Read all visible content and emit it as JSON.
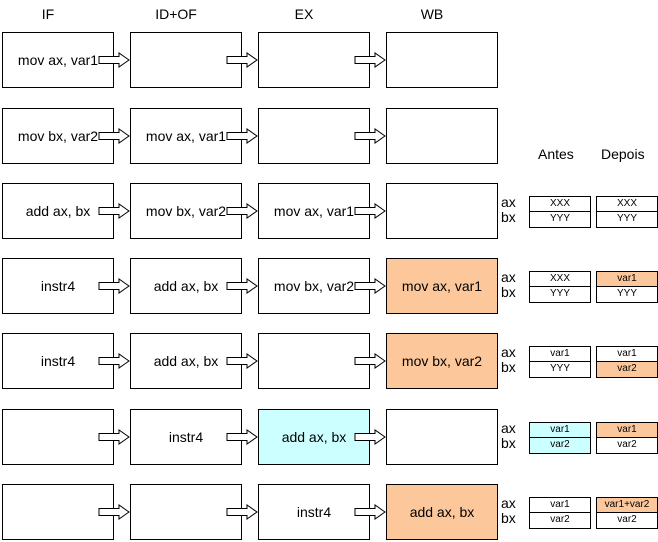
{
  "colors": {
    "orange": "#fcc89b",
    "cyan": "#ccffff"
  },
  "stages": [
    "IF",
    "ID+OF",
    "EX",
    "WB"
  ],
  "register_headers": {
    "before": "Antes",
    "after": "Depois"
  },
  "reg_names": {
    "ax": "ax",
    "bx": "bx"
  },
  "rows": [
    {
      "cells": [
        {
          "text": "mov ax, var1",
          "fill": ""
        },
        {
          "text": "",
          "fill": ""
        },
        {
          "text": "",
          "fill": ""
        },
        {
          "text": "",
          "fill": ""
        }
      ]
    },
    {
      "cells": [
        {
          "text": "mov bx, var2",
          "fill": ""
        },
        {
          "text": "mov ax, var1",
          "fill": ""
        },
        {
          "text": "",
          "fill": ""
        },
        {
          "text": "",
          "fill": ""
        }
      ]
    },
    {
      "cells": [
        {
          "text": "add ax, bx",
          "fill": ""
        },
        {
          "text": "mov bx, var2",
          "fill": ""
        },
        {
          "text": "mov ax, var1",
          "fill": ""
        },
        {
          "text": "",
          "fill": ""
        }
      ],
      "regs": {
        "before": [
          {
            "text": "XXX",
            "fill": ""
          },
          {
            "text": "YYY",
            "fill": ""
          }
        ],
        "after": [
          {
            "text": "XXX",
            "fill": ""
          },
          {
            "text": "YYY",
            "fill": ""
          }
        ]
      }
    },
    {
      "cells": [
        {
          "text": "instr4",
          "fill": ""
        },
        {
          "text": "add ax, bx",
          "fill": ""
        },
        {
          "text": "mov bx, var2",
          "fill": ""
        },
        {
          "text": "mov ax, var1",
          "fill": "orange"
        }
      ],
      "regs": {
        "before": [
          {
            "text": "XXX",
            "fill": ""
          },
          {
            "text": "YYY",
            "fill": ""
          }
        ],
        "after": [
          {
            "text": "var1",
            "fill": "orange"
          },
          {
            "text": "YYY",
            "fill": ""
          }
        ]
      }
    },
    {
      "cells": [
        {
          "text": "instr4",
          "fill": ""
        },
        {
          "text": "add ax, bx",
          "fill": ""
        },
        {
          "text": "",
          "fill": ""
        },
        {
          "text": "mov bx, var2",
          "fill": "orange"
        }
      ],
      "regs": {
        "before": [
          {
            "text": "var1",
            "fill": ""
          },
          {
            "text": "YYY",
            "fill": ""
          }
        ],
        "after": [
          {
            "text": "var1",
            "fill": ""
          },
          {
            "text": "var2",
            "fill": "orange"
          }
        ]
      }
    },
    {
      "cells": [
        {
          "text": "",
          "fill": ""
        },
        {
          "text": "instr4",
          "fill": ""
        },
        {
          "text": "add ax, bx",
          "fill": "cyan"
        },
        {
          "text": "",
          "fill": ""
        }
      ],
      "regs": {
        "before": [
          {
            "text": "var1",
            "fill": "cyan"
          },
          {
            "text": "var2",
            "fill": "cyan"
          }
        ],
        "after": [
          {
            "text": "var1",
            "fill": "orange"
          },
          {
            "text": "var2",
            "fill": ""
          }
        ]
      }
    },
    {
      "cells": [
        {
          "text": "",
          "fill": ""
        },
        {
          "text": "",
          "fill": ""
        },
        {
          "text": "instr4",
          "fill": ""
        },
        {
          "text": "add ax, bx",
          "fill": "orange"
        }
      ],
      "regs": {
        "before": [
          {
            "text": "var1",
            "fill": ""
          },
          {
            "text": "var2",
            "fill": ""
          }
        ],
        "after": [
          {
            "text": "var1+var2",
            "fill": "orange"
          },
          {
            "text": "var2",
            "fill": ""
          }
        ]
      }
    }
  ]
}
